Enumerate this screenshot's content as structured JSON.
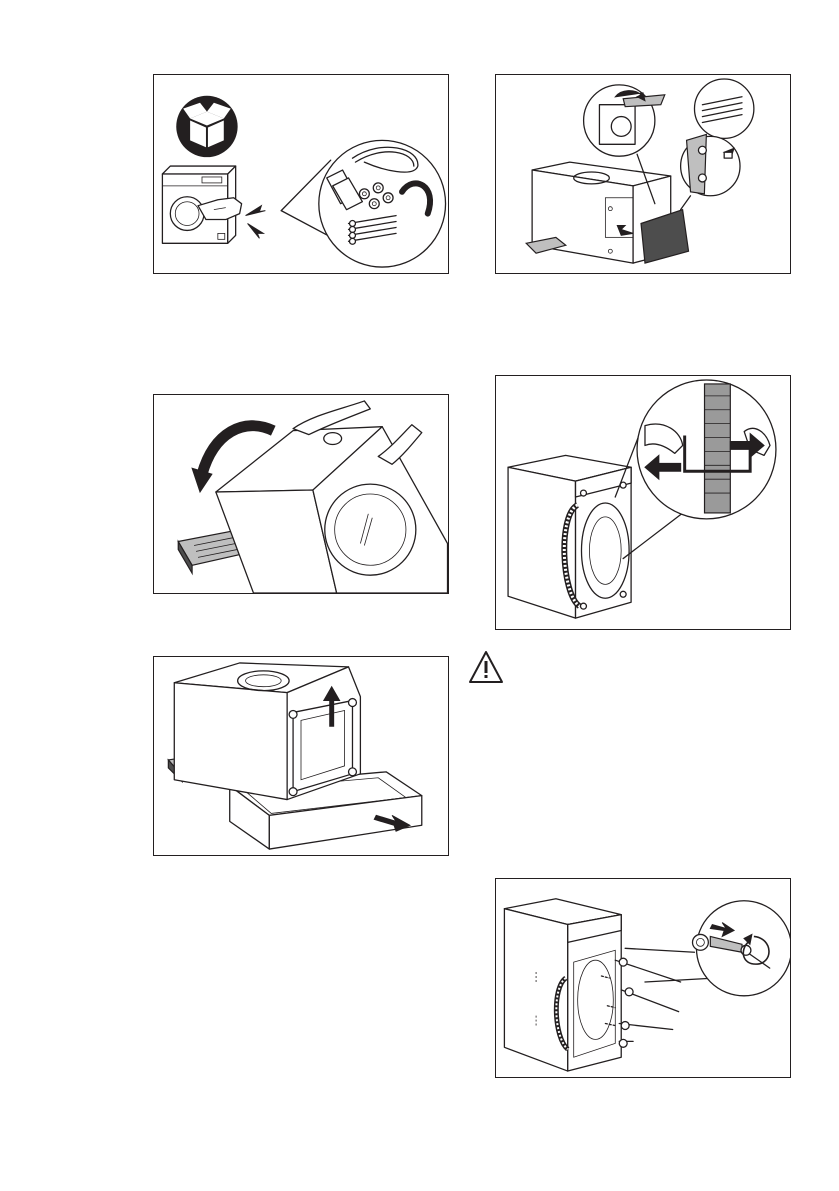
{
  "figures": [
    {
      "id": "unpack-accessories"
    },
    {
      "id": "remove-rear-panel"
    },
    {
      "id": "tilt-appliance-back"
    },
    {
      "id": "hose-clip-release"
    },
    {
      "id": "remove-polystyrene-base"
    },
    {
      "id": "remove-transit-bolts"
    }
  ],
  "icons": {
    "box": "open-box-icon",
    "warning": "warning-triangle-icon"
  }
}
